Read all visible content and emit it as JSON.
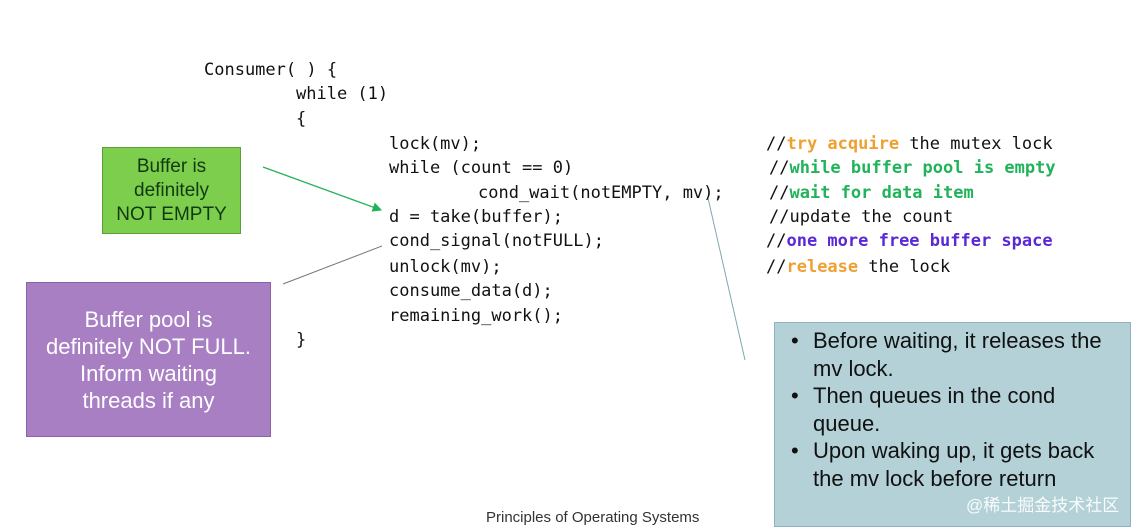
{
  "code": {
    "l1": "Consumer( ) {",
    "l2": "while (1)",
    "l3": "{",
    "l4": "lock(mv);",
    "l5": "while (count == 0)",
    "l6": "cond_wait(notEMPTY, mv);",
    "l7": "d = take(buffer);",
    "l8": "cond_signal(notFULL);",
    "l9": "unlock(mv);",
    "l10": "consume_data(d);",
    "l11": "remaining_work();",
    "l12": "}"
  },
  "comments": {
    "c1": {
      "prefix": "//",
      "highlight": "try acquire",
      "rest": " the mutex lock",
      "color": "#f0a030"
    },
    "c2": {
      "prefix": "//",
      "highlight": "while buffer pool is empty",
      "rest": "",
      "color": "#22b35a"
    },
    "c3": {
      "prefix": "//",
      "highlight": "wait for data item",
      "rest": "",
      "color": "#22b35a"
    },
    "c4": {
      "prefix": "//",
      "highlight": "",
      "rest": "update the count",
      "color": "#111111"
    },
    "c5": {
      "prefix": "//",
      "highlight": "one more free buffer space",
      "rest": "",
      "color": "#5a28d6"
    },
    "c6": {
      "prefix": "//",
      "highlight": "release",
      "rest": " the lock",
      "color": "#f0a030"
    }
  },
  "callouts": {
    "green": {
      "lines": [
        "Buffer is",
        "definitely",
        "NOT EMPTY"
      ],
      "color": "#7cce4c"
    },
    "purple": {
      "lines": [
        "Buffer pool is",
        "definitely NOT FULL.",
        "Inform waiting",
        "threads if any"
      ],
      "color": "#a97fc4"
    },
    "blue": {
      "bullets": [
        "Before waiting, it releases the mv lock.",
        "Then queues in the cond queue.",
        "Upon waking up, it gets back the mv lock before return"
      ],
      "color": "#b3d1d7"
    }
  },
  "footer": "Principles of Operating Systems",
  "watermark": "@稀土掘金技术社区"
}
